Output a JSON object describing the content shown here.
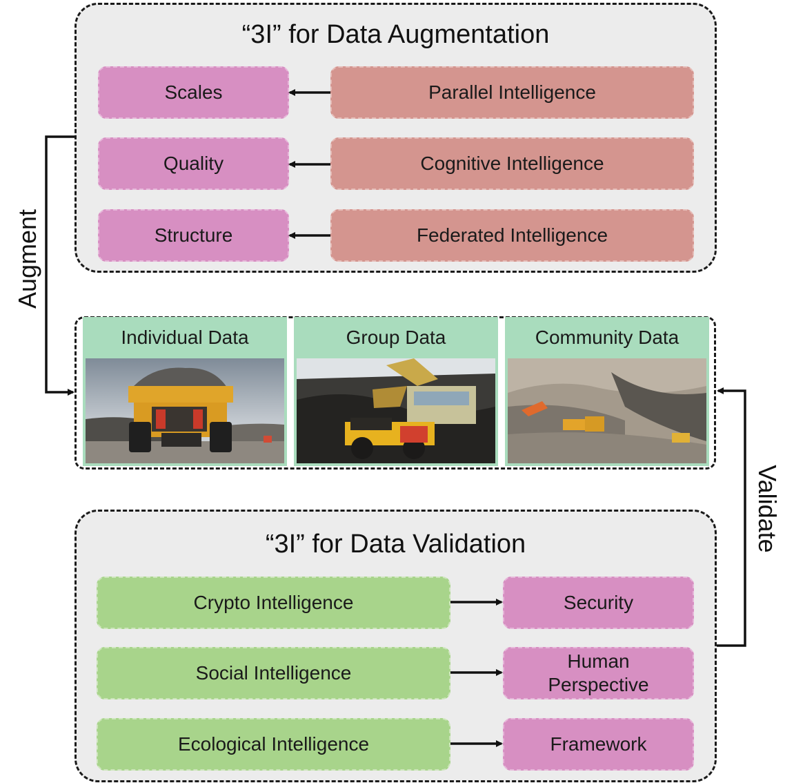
{
  "augmentation": {
    "title": "“3I” for Data Augmentation",
    "rows": [
      {
        "target": "Scales",
        "source": "Parallel Intelligence"
      },
      {
        "target": "Quality",
        "source": "Cognitive Intelligence"
      },
      {
        "target": "Structure",
        "source": "Federated Intelligence"
      }
    ]
  },
  "data": {
    "cards": [
      {
        "label": "Individual Data",
        "image": "mining-haul-truck-photo"
      },
      {
        "label": "Group Data",
        "image": "excavator-loading-truck-photo"
      },
      {
        "label": "Community Data",
        "image": "open-pit-mine-photo"
      }
    ]
  },
  "validation": {
    "title": "“3I” for Data Validation",
    "rows": [
      {
        "source": "Crypto Intelligence",
        "target": "Security"
      },
      {
        "source": "Social Intelligence",
        "target": "Human Perspective"
      },
      {
        "source": "Ecological Intelligence",
        "target": "Framework"
      }
    ]
  },
  "connectors": {
    "left_label": "Augment",
    "right_label": "Validate"
  },
  "colors": {
    "panel_bg": "#ececec",
    "pink": "#d78fc2",
    "rose": "#d4958f",
    "green": "#a8d48b",
    "data_card": "#a9dcbd"
  }
}
